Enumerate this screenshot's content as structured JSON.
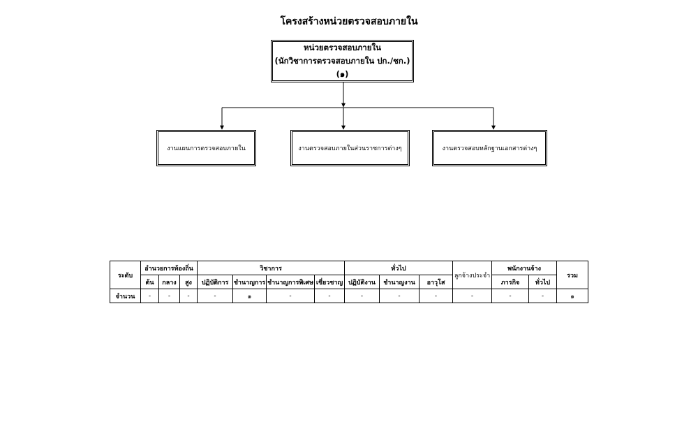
{
  "title": "โครงสร้างหน่วยตรวจสอบภายใน",
  "head_unit": {
    "line1": "หน่วยตรวจสอบภายใน",
    "line2": "(นักวิชาการตรวจสอบภายใน ปก./ชก.) (๑)"
  },
  "sub_units": [
    "งานแผนการตรวจสอบภายใน",
    "งานตรวจสอบภายในส่วนราชการต่างๆ",
    "งานตรวจสอบหลักฐานเอกสารต่างๆ"
  ],
  "table": {
    "level_label": "ระดับ",
    "count_label": "จำนวน",
    "total_label": "รวม",
    "groups": {
      "director": "อำนวยการท้องถิ่น",
      "academic": "วิชาการ",
      "general": "ทั่วไป",
      "permanent_worker": "ลูกจ้างประจำ",
      "employee": "พนักงานจ้าง"
    },
    "sub_headers": {
      "director": [
        "ต้น",
        "กลาง",
        "สูง"
      ],
      "academic": [
        "ปฏิบัติการ",
        "ชำนาญการ",
        "ชำนาญการพิเศษ",
        "เชี่ยวชาญ"
      ],
      "general": [
        "ปฏิบัติงาน",
        "ชำนาญงาน",
        "อาวุโส"
      ],
      "employee": [
        "ภารกิจ",
        "ทั่วไป"
      ]
    },
    "counts": {
      "director": [
        "-",
        "-",
        "-"
      ],
      "academic": [
        "-",
        "๑",
        "-",
        "-"
      ],
      "general": [
        "-",
        "-",
        "-"
      ],
      "permanent_worker": "-",
      "employee": [
        "-",
        "-"
      ],
      "total": "๑"
    }
  }
}
